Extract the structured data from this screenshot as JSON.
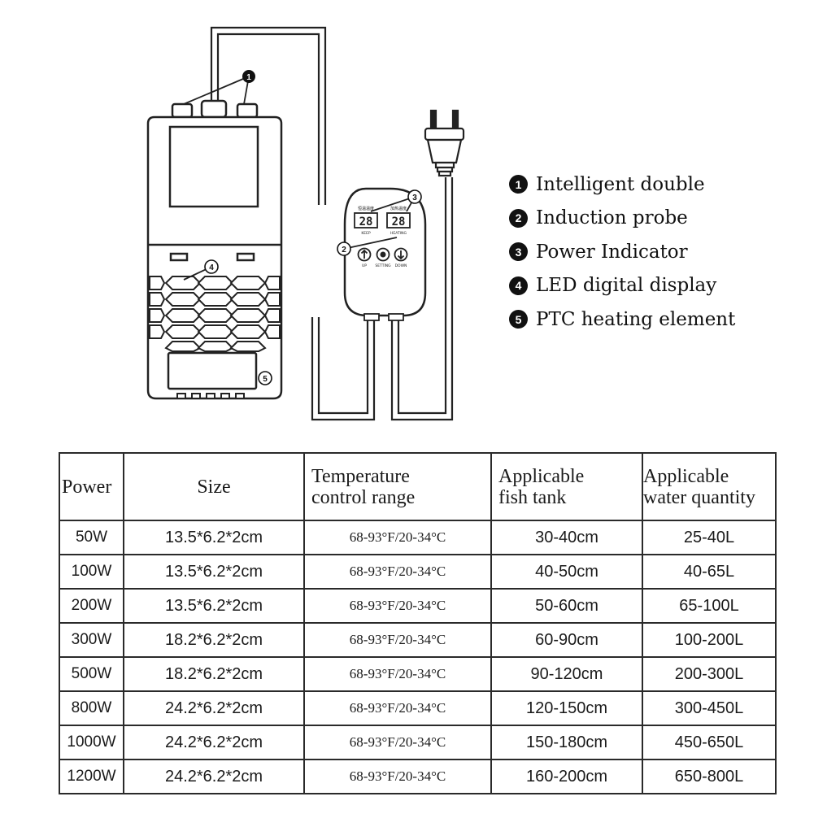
{
  "legend": [
    {
      "num": "1",
      "label": "Intelligent double"
    },
    {
      "num": "2",
      "label": "Induction probe"
    },
    {
      "num": "3",
      "label": "Power Indicator"
    },
    {
      "num": "4",
      "label": "LED digital display"
    },
    {
      "num": "5",
      "label": "PTC heating element"
    }
  ],
  "controller": {
    "display_left": "28",
    "display_right": "28",
    "label_top_left": "恒温温度",
    "label_top_right": "加热温度",
    "label_keep": "KEEP",
    "label_heating": "HEATING",
    "btn_up": "UP",
    "btn_setting": "SETTING",
    "btn_down": "DOWN"
  },
  "table": {
    "headers": {
      "power": "Power",
      "size": "Size",
      "temp_line1": "Temperature",
      "temp_line2": "control range",
      "tank_line1": "Applicable",
      "tank_line2": "fish tank",
      "water_line1": "Applicable",
      "water_line2": "water quantity"
    },
    "rows": [
      {
        "power": "50W",
        "size": "13.5*6.2*2cm",
        "temp": "68-93°F/20-34°C",
        "tank": "30-40cm",
        "water": "25-40L"
      },
      {
        "power": "100W",
        "size": "13.5*6.2*2cm",
        "temp": "68-93°F/20-34°C",
        "tank": "40-50cm",
        "water": "40-65L"
      },
      {
        "power": "200W",
        "size": "13.5*6.2*2cm",
        "temp": "68-93°F/20-34°C",
        "tank": "50-60cm",
        "water": "65-100L"
      },
      {
        "power": "300W",
        "size": "18.2*6.2*2cm",
        "temp": "68-93°F/20-34°C",
        "tank": "60-90cm",
        "water": "100-200L"
      },
      {
        "power": "500W",
        "size": "18.2*6.2*2cm",
        "temp": "68-93°F/20-34°C",
        "tank": "90-120cm",
        "water": "200-300L"
      },
      {
        "power": "800W",
        "size": "24.2*6.2*2cm",
        "temp": "68-93°F/20-34°C",
        "tank": "120-150cm",
        "water": "300-450L"
      },
      {
        "power": "1000W",
        "size": "24.2*6.2*2cm",
        "temp": "68-93°F/20-34°C",
        "tank": "150-180cm",
        "water": "450-650L"
      },
      {
        "power": "1200W",
        "size": "24.2*6.2*2cm",
        "temp": "68-93°F/20-34°C",
        "tank": "160-200cm",
        "water": "650-800L"
      }
    ]
  }
}
